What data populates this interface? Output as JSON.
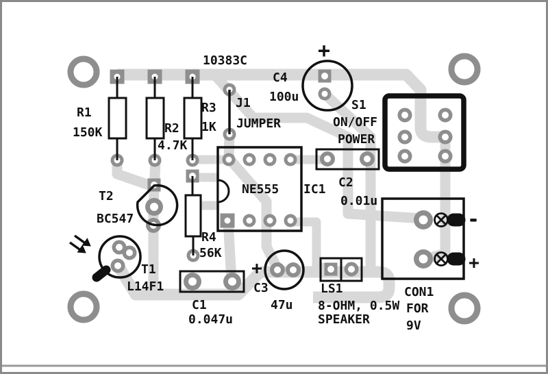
{
  "colors": {
    "background": "#ffffff",
    "trace": "#d8d8d8",
    "pad": "#8e8e8e",
    "ink": "#111111"
  },
  "board": {
    "id": "10383C"
  },
  "components": {
    "r1": {
      "ref": "R1",
      "value": "150K"
    },
    "r2": {
      "ref": "R2",
      "value": "4.7K"
    },
    "r3": {
      "ref": "R3",
      "value": "1K"
    },
    "r4": {
      "ref": "R4",
      "value": "56K"
    },
    "j1": {
      "ref": "J1",
      "value": "JUMPER"
    },
    "c1": {
      "ref": "C1",
      "value": "0.047u"
    },
    "c2": {
      "ref": "C2",
      "value": "0.01u"
    },
    "c3": {
      "ref": "C3",
      "value": "47u",
      "polarity": "+"
    },
    "c4": {
      "ref": "C4",
      "value": "100u",
      "polarity": "+"
    },
    "ic1": {
      "part": "NE555",
      "ref": "IC1"
    },
    "t1": {
      "ref": "T1",
      "value": "L14F1"
    },
    "t2": {
      "ref": "T2",
      "value": "BC547"
    },
    "s1": {
      "ref": "S1",
      "line1": "ON/OFF",
      "line2": "POWER"
    },
    "ls1": {
      "ref": "LS1",
      "line1": "8-OHM, 0.5W",
      "line2": "SPEAKER"
    },
    "con1": {
      "ref": "CON1",
      "line1": "FOR",
      "line2": "9V",
      "neg": "-",
      "pos": "+"
    }
  }
}
